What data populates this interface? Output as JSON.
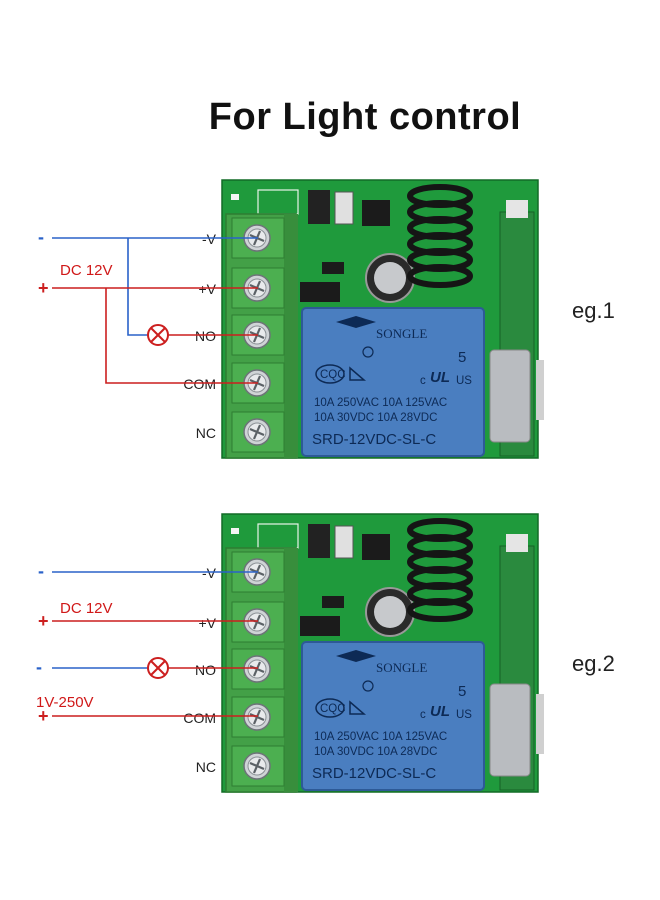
{
  "title": "For Light control",
  "colors": {
    "pcb_green": "#1f9a3c",
    "terminal_green": "#43a047",
    "relay_blue": "#4a7ec0",
    "wire_blue": "#2a62c9",
    "wire_red": "#cc1f1f"
  },
  "terminals": [
    "-V",
    "+V",
    "NO",
    "COM",
    "NC"
  ],
  "relay": {
    "brand": "SONGLE",
    "cqc": "CQC",
    "ul_number": "5",
    "ul_c": "c",
    "ul_us": "US",
    "spec_lines": [
      "10A  250VAC   10A  125VAC",
      "10A   30VDC    10A   28VDC"
    ],
    "model": "SRD-12VDC-SL-C"
  },
  "examples": [
    {
      "label": "eg.1",
      "dc_label": "DC 12V",
      "minus_sign": "-",
      "plus_sign": "+"
    },
    {
      "label": "eg.2",
      "dc_label": "DC 12V",
      "ac_label": "1V-250V",
      "minus_sign": "-",
      "plus_sign": "+",
      "minus_sign_2": "-",
      "plus_sign_2": "+"
    }
  ],
  "icons": [
    "lamp-icon",
    "screw-terminal-icon",
    "relay-icon",
    "antenna-coil-icon",
    "capacitor-icon"
  ]
}
